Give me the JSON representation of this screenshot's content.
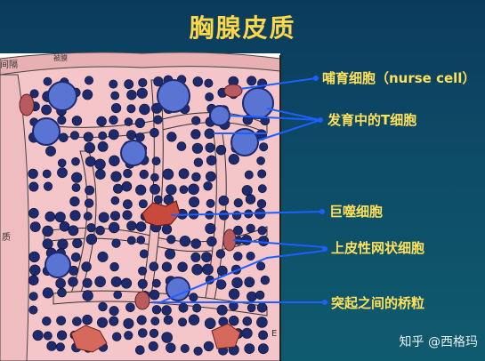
{
  "title": "胸腺皮质",
  "labels": {
    "nurse_cell": "哺育细胞（nurse cell）",
    "t_cell": "发育中的T细胞",
    "macrophage": "巨噬细胞",
    "epithelial": "上皮性网状细胞",
    "granule": "突起之间的桥粒"
  },
  "edge_labels": {
    "top_left": "间隔",
    "left": "质",
    "top": "被膜",
    "bottom": "E"
  },
  "watermark": "知乎 @西格玛",
  "colors": {
    "title": "#ffd84a",
    "labels": "#ffe15a",
    "pointer": "#1f5fff",
    "tissue": "#f6c9cc",
    "t_cell_fill": "#1e2a6e",
    "nurse_cell": "#5a74d4",
    "macrophage": "#c84a3c"
  }
}
